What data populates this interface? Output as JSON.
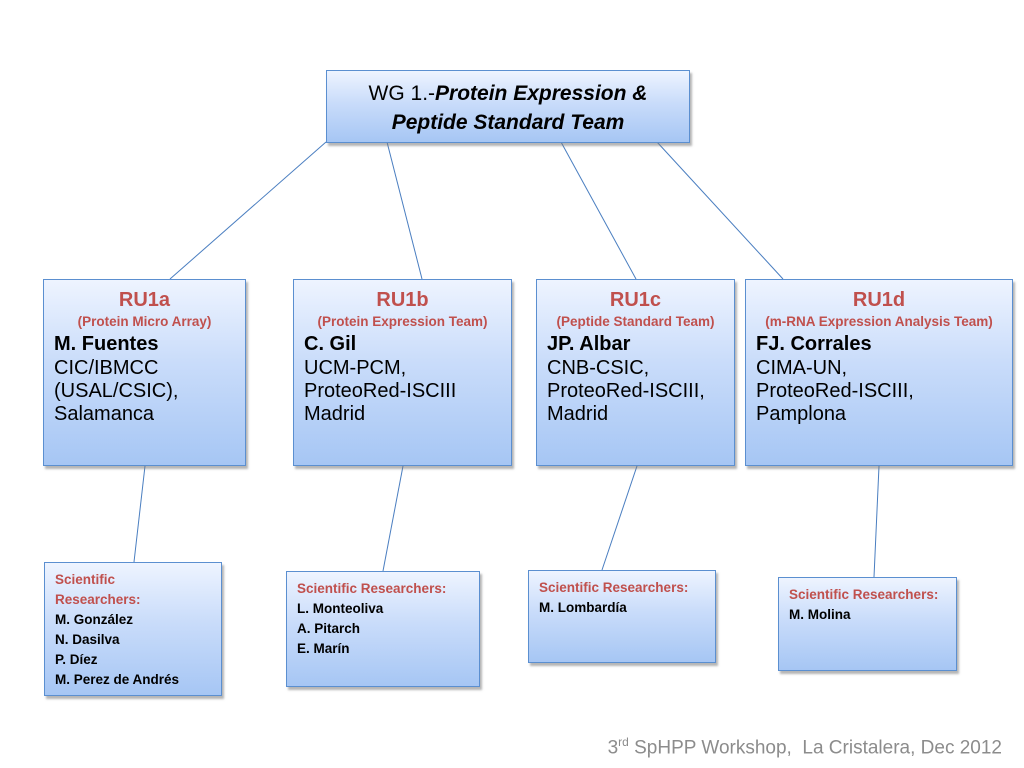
{
  "top": {
    "prefix": "WG 1.-",
    "title_line1": "Protein Expression &",
    "title_line2": "Peptide Standard Team"
  },
  "units": [
    {
      "id": "RU1a",
      "description": "(Protein Micro Array)",
      "leader": "M. Fuentes",
      "lines": [
        "CIC/IBMCC",
        "(USAL/CSIC),",
        "Salamanca"
      ],
      "researchers_heading_lines": [
        "Scientific",
        "Researchers:"
      ],
      "researchers": [
        "M. González",
        "N. Dasilva",
        "P. Díez",
        "M. Perez de Andrés"
      ]
    },
    {
      "id": "RU1b",
      "description": "(Protein Expression Team)",
      "leader": "C. Gil",
      "lines": [
        "UCM-PCM,",
        "ProteoRed-ISCIII",
        "Madrid"
      ],
      "researchers_heading": "Scientific Researchers:",
      "researchers": [
        "L. Monteoliva",
        "A. Pitarch",
        "E. Marín"
      ]
    },
    {
      "id": "RU1c",
      "description": "(Peptide Standard Team)",
      "leader": "JP. Albar",
      "lines": [
        "CNB-CSIC,",
        "ProteoRed-ISCIII,",
        "Madrid"
      ],
      "researchers_heading": "Scientific Researchers:",
      "researchers": [
        "M. Lombardía"
      ]
    },
    {
      "id": "RU1d",
      "description": "(m-RNA Expression Analysis Team)",
      "leader": "FJ. Corrales",
      "lines": [
        "CIMA-UN,",
        "ProteoRed-ISCIII,",
        "Pamplona"
      ],
      "researchers_heading": "Scientific Researchers:",
      "researchers": [
        "M. Molina"
      ]
    }
  ],
  "footer": {
    "ordinal": "3",
    "suffix": "rd",
    "text": " SpHPP Workshop,  La Cristalera, Dec 2012"
  },
  "colors": {
    "unit_title": "#c0504d",
    "box_border": "#5b8fd0",
    "connector": "#4a7ec0",
    "footer_text": "#8c8c8c"
  }
}
